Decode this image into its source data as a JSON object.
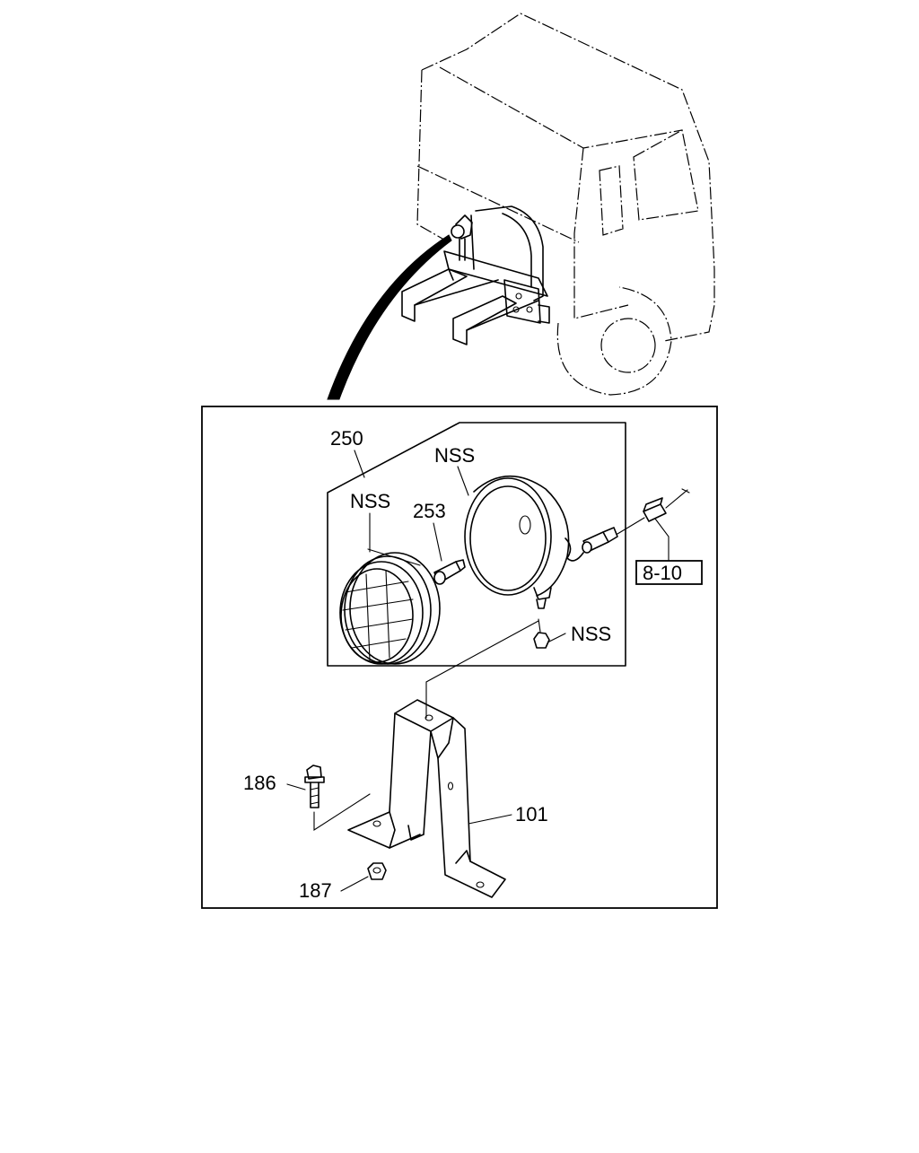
{
  "callouts": {
    "assembly": "250",
    "lens_nss": "NSS",
    "housing_nss": "NSS",
    "bulb": "253",
    "nut_nss": "NSS",
    "connector_ref": "8-10",
    "bolt": "186",
    "bracket": "101",
    "nut": "187"
  }
}
